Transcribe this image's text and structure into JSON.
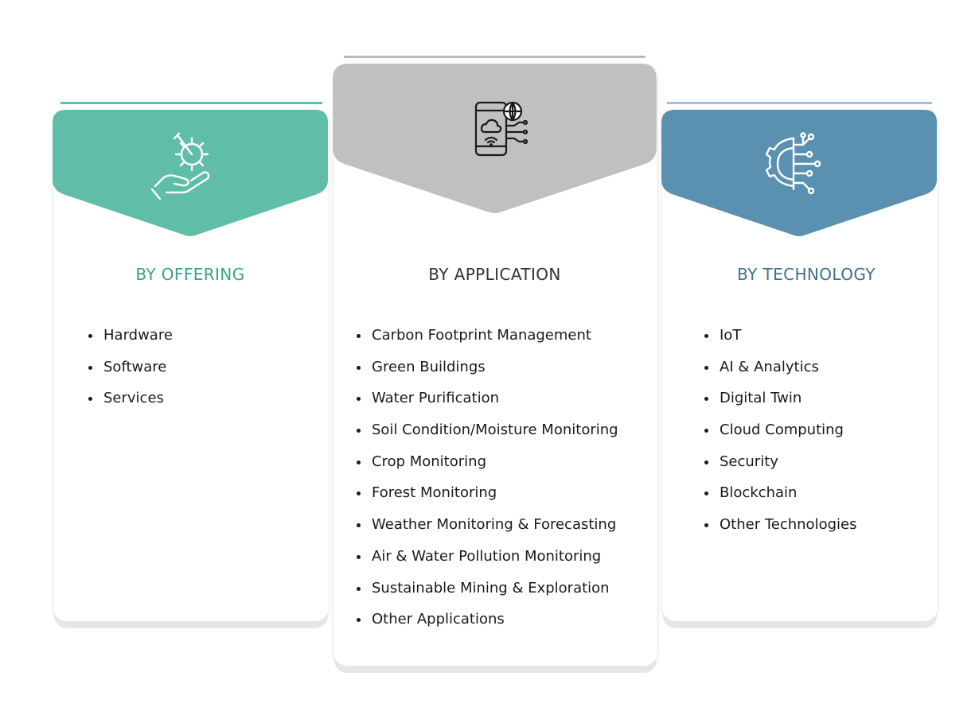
{
  "columns": [
    {
      "heading": "BY OFFERING",
      "icon": "hand-gear-icon",
      "color": "#60bda8",
      "heading_color": "#3aa08b",
      "items": [
        "Hardware",
        "Software",
        "Services"
      ]
    },
    {
      "heading": "BY APPLICATION",
      "icon": "smartphone-cloud-globe-icon",
      "color": "#c0c0c0",
      "heading_color": "#333333",
      "items": [
        "Carbon Footprint Management",
        "Green Buildings",
        "Water Purification",
        "Soil Condition/Moisture Monitoring",
        "Crop Monitoring",
        "Forest Monitoring",
        "Weather Monitoring & Forecasting",
        "Air & Water Pollution Monitoring",
        "Sustainable Mining & Exploration",
        "Other Applications"
      ]
    },
    {
      "heading": "BY TECHNOLOGY",
      "icon": "gear-circuit-icon",
      "color": "#5a90b0",
      "heading_color": "#3f6f8d",
      "items": [
        "IoT",
        "AI & Analytics",
        "Digital Twin",
        "Cloud Computing",
        "Security",
        "Blockchain",
        "Other Technologies"
      ]
    }
  ]
}
